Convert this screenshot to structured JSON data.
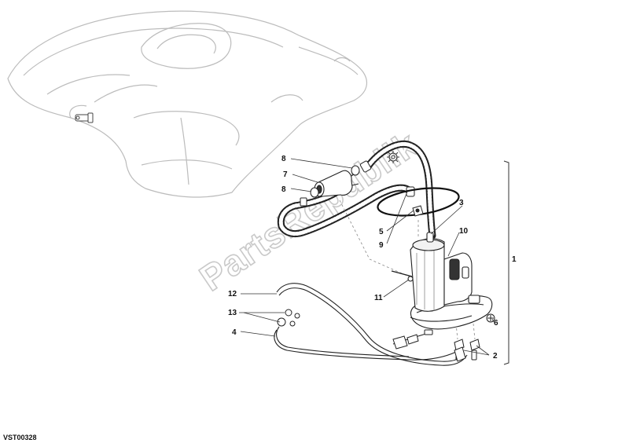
{
  "diagram": {
    "code": "VST00328",
    "watermark": "PartsRepublik",
    "callouts": {
      "c1": "1",
      "c2": "2",
      "c3": "3",
      "c4": "4",
      "c5": "5",
      "c6": "6",
      "c7": "7",
      "c8a": "8",
      "c8b": "8",
      "c9": "9",
      "c10": "10",
      "c11": "11",
      "c12": "12",
      "c13": "13"
    }
  }
}
